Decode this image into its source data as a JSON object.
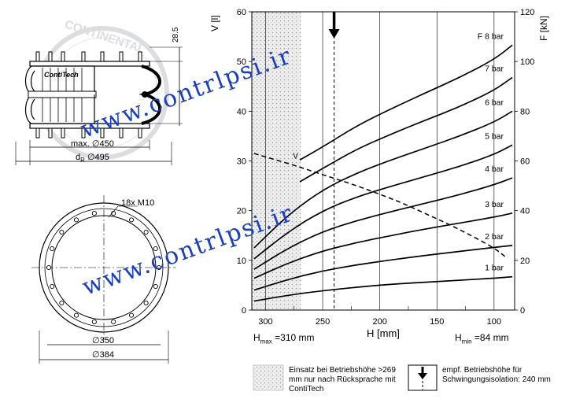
{
  "product_drawing": {
    "brand": "ContiTech",
    "watermark_ring": "CONTINENTAL",
    "dim_height": "28.5",
    "dim_max_diameter": "max. ∅450",
    "dim_dr_prefix": "d",
    "dim_dr_sub": "R",
    "dim_dr_value": " ∅495",
    "bolt_label": "18x M10",
    "dim_d350": "∅350",
    "dim_d384": "∅384"
  },
  "watermark_text": "www.contrlpsi.ir",
  "chart_data": {
    "type": "line",
    "x": [
      310,
      300,
      290,
      280,
      270,
      260,
      250,
      240,
      230,
      220,
      210,
      200,
      190,
      180,
      170,
      160,
      150,
      140,
      130,
      120,
      110,
      100,
      90,
      84
    ],
    "xlabel": "H [mm]",
    "xticks": [
      300,
      250,
      200,
      150,
      100
    ],
    "xlim": [
      312,
      82
    ],
    "ylabel_left": "V [l]",
    "ylim_left": [
      0,
      60
    ],
    "yticks_left": [
      0,
      10,
      20,
      30,
      40,
      50,
      60
    ],
    "ylabel_right": "F [kN]",
    "ylim_right": [
      0,
      120
    ],
    "yticks_right": [
      0,
      20,
      40,
      60,
      80,
      100,
      120
    ],
    "volume_series": {
      "label": "V",
      "x": [
        310,
        300,
        280,
        260,
        240,
        220,
        200,
        180,
        160,
        140,
        120,
        100,
        90
      ],
      "values": [
        31.5,
        30.8,
        29.5,
        28,
        26.5,
        25,
        23.3,
        21.5,
        19.4,
        17.3,
        15,
        12.5,
        10.7
      ]
    },
    "series": [
      {
        "name": "1 bar",
        "x": [
          310,
          280,
          250,
          220,
          190,
          160,
          130,
          100,
          84
        ],
        "values": [
          1.8,
          3,
          3.9,
          4.6,
          5.2,
          5.6,
          6,
          6.4,
          6.7
        ]
      },
      {
        "name": "2 bar",
        "x": [
          310,
          280,
          250,
          220,
          190,
          160,
          130,
          100,
          84
        ],
        "values": [
          4,
          6.2,
          7.9,
          9.1,
          10.1,
          11,
          11.8,
          12.6,
          13
        ]
      },
      {
        "name": "3 bar",
        "x": [
          310,
          280,
          250,
          220,
          190,
          160,
          130,
          100,
          84
        ],
        "values": [
          6.4,
          9.5,
          11.9,
          13.6,
          15,
          16.3,
          17.5,
          18.7,
          19.5
        ]
      },
      {
        "name": "4 bar",
        "x": [
          310,
          280,
          250,
          220,
          190,
          160,
          130,
          100,
          84
        ],
        "values": [
          8.2,
          12.5,
          15.8,
          18,
          19.8,
          21.5,
          23.2,
          25.2,
          26.6
        ]
      },
      {
        "name": "5 bar",
        "x": [
          310,
          280,
          250,
          220,
          190,
          160,
          130,
          100,
          84
        ],
        "values": [
          10.3,
          15.8,
          20,
          22.8,
          24.9,
          26.9,
          28.9,
          31.3,
          33.2
        ]
      },
      {
        "name": "6 bar",
        "x": [
          310,
          280,
          250,
          220,
          190,
          160,
          130,
          100,
          84
        ],
        "values": [
          12.5,
          19.2,
          24.2,
          27.6,
          30.2,
          32.6,
          35,
          37.8,
          40
        ]
      },
      {
        "name": "7 bar",
        "x": [
          270,
          250,
          220,
          190,
          160,
          130,
          100,
          84
        ],
        "values": [
          25.8,
          28.5,
          32.4,
          35.4,
          38.2,
          40.9,
          44.2,
          46.8
        ]
      },
      {
        "name": "F 8 bar",
        "x": [
          270,
          250,
          220,
          190,
          160,
          130,
          100,
          84
        ],
        "values": [
          30.2,
          32.8,
          37.1,
          40.5,
          43.7,
          46.8,
          50.4,
          53.3
        ]
      }
    ],
    "h_max_prefix": "H",
    "h_max_sub": "max",
    "h_max_value": " =310 mm",
    "h_min_prefix": "H",
    "h_min_sub": "min",
    "h_min_value": " =84 mm",
    "hatched_region": {
      "from": 312,
      "to": 269
    },
    "recommended_height": 240,
    "legend": [
      {
        "key": "hatch",
        "text": "Einsatz bei Betriebshöhe >269 mm nur nach Rücksprache mit ContiTech"
      },
      {
        "key": "arrow",
        "text": "empf. Betriebshöhe für Schwingungsisolation: 240 mm"
      }
    ]
  }
}
